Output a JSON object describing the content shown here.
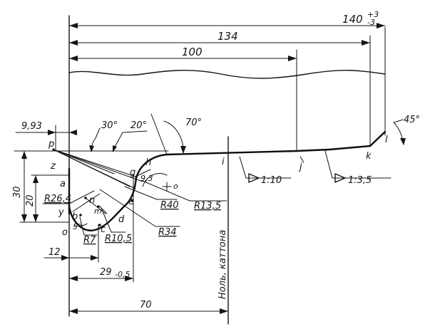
{
  "dimensions": {
    "overall_length": "140",
    "overall_tol_upper": "+3",
    "overall_tol_lower": "-3",
    "length_134": "134",
    "length_100": "100",
    "length_70": "70",
    "length_12": "12",
    "length_29": "29",
    "length_29_tol": "-0,5",
    "offset_9_93": "9,93",
    "height_30": "30",
    "height_20": "20",
    "small_9_3": "9,3"
  },
  "angles": {
    "a30": "30°",
    "a20": "20°",
    "a70": "70°",
    "a45": "45°",
    "a5": "5°"
  },
  "radii": {
    "r26_4": "R26,4",
    "r40": "R40",
    "r13_5": "R13,5",
    "r34": "R34",
    "r7": "R7",
    "r10_5": "R10,5"
  },
  "tapers": {
    "t1_10": "1:10",
    "t1_3_5": "1:3,5"
  },
  "vertical_note": "Ноль, каттона",
  "points": {
    "p": "p",
    "z": "z",
    "a": "a",
    "g": "g",
    "h": "h",
    "i": "i",
    "j": "j",
    "k": "k",
    "l": "l",
    "e": "e",
    "o_center": "o",
    "o_left": "o",
    "n": "n",
    "m": "m",
    "y": "y",
    "b": "b",
    "c": "c",
    "d": "d"
  }
}
